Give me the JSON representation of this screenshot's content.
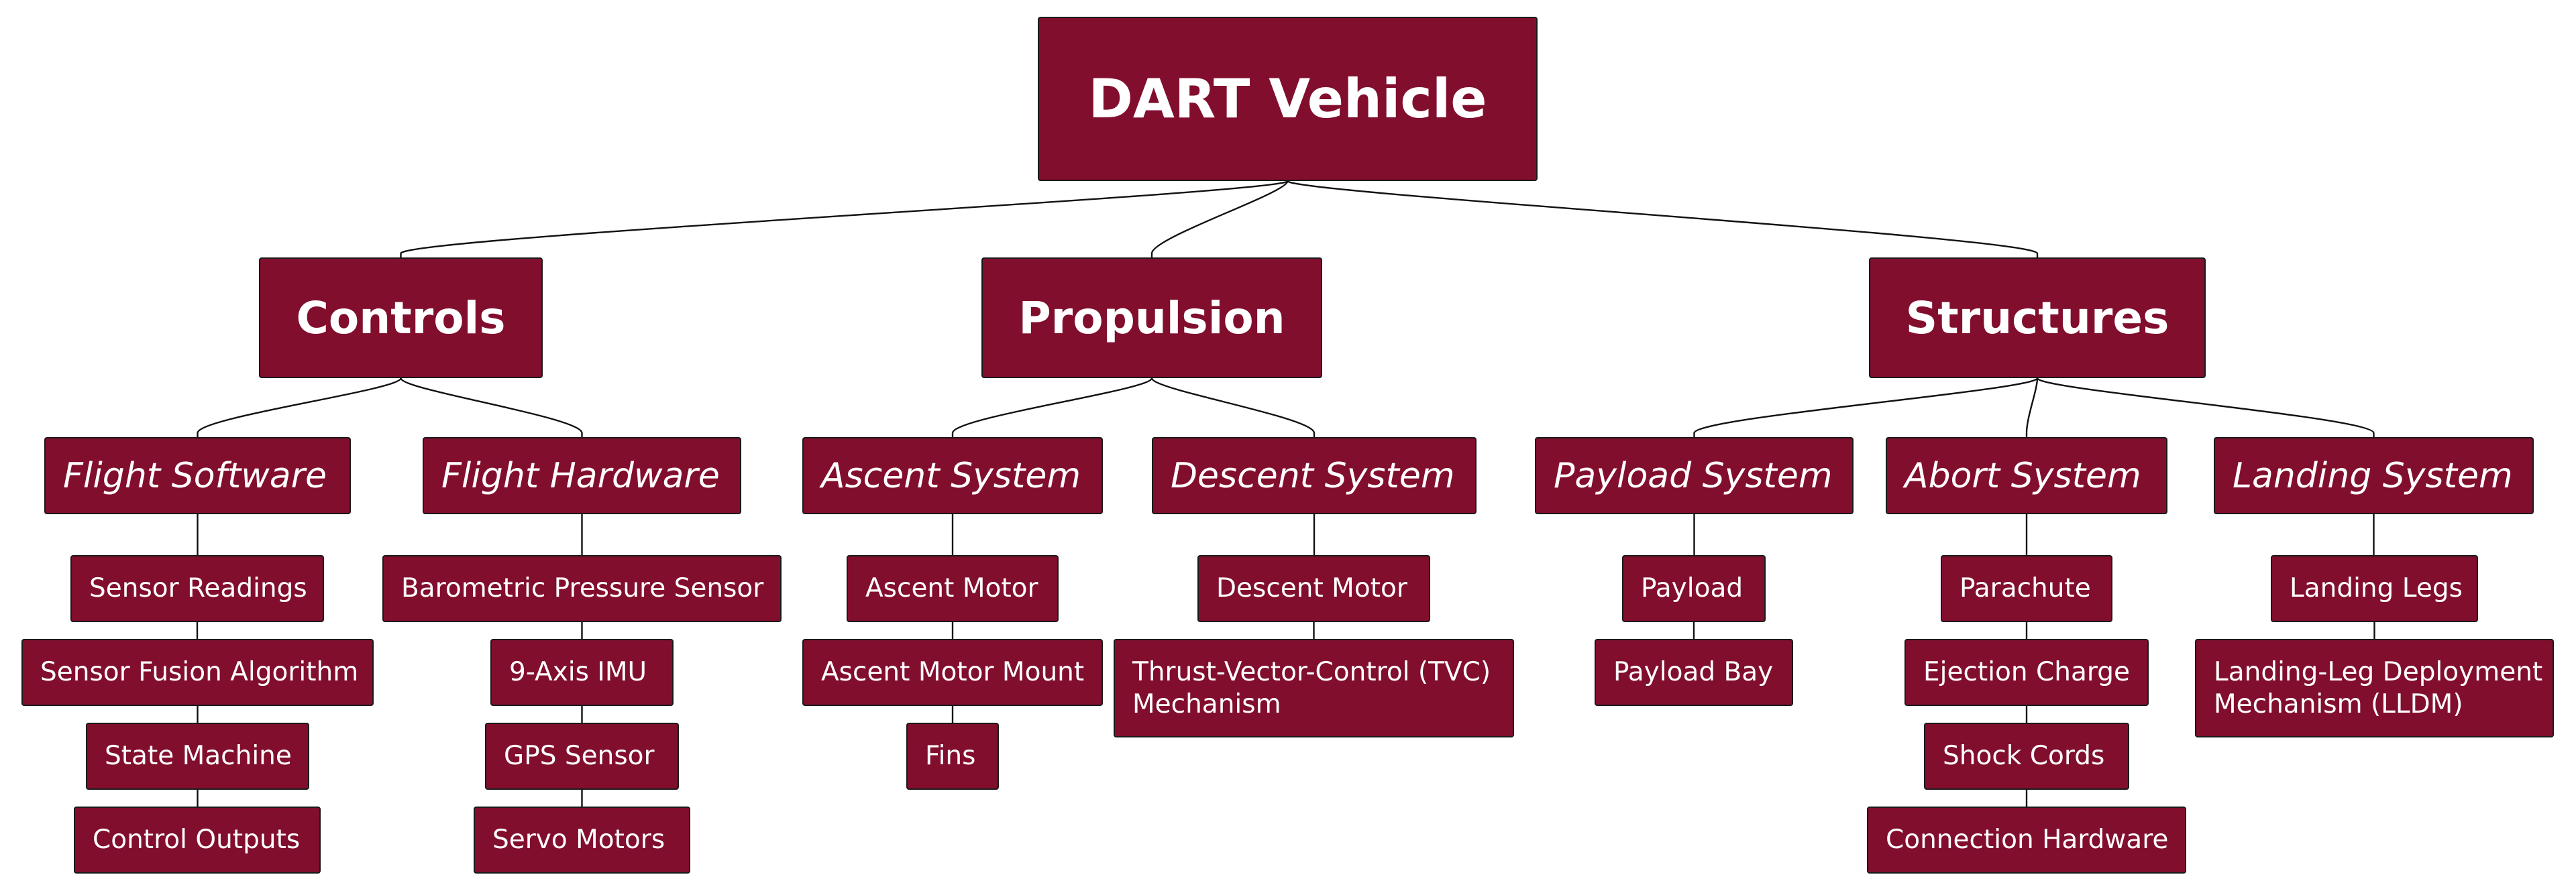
{
  "root": {
    "label": "DART Vehicle"
  },
  "categories": [
    {
      "label": "Controls",
      "systems": [
        {
          "label": "Flight Software",
          "items": [
            "Sensor Readings",
            "Sensor Fusion Algorithm",
            "State Machine",
            "Control Outputs"
          ]
        },
        {
          "label": "Flight Hardware",
          "items": [
            "Barometric Pressure Sensor",
            "9-Axis IMU",
            "GPS Sensor",
            "Servo Motors"
          ]
        }
      ]
    },
    {
      "label": "Propulsion",
      "systems": [
        {
          "label": "Ascent System",
          "items": [
            "Ascent Motor",
            "Ascent Motor Mount",
            "Fins"
          ]
        },
        {
          "label": "Descent System",
          "items": [
            "Descent Motor",
            "Thrust-Vector-Control (TVC)\nMechanism"
          ]
        }
      ]
    },
    {
      "label": "Structures",
      "systems": [
        {
          "label": "Payload System",
          "items": [
            "Payload",
            "Payload Bay"
          ]
        },
        {
          "label": "Abort System",
          "items": [
            "Parachute",
            "Ejection Charge",
            "Shock Cords",
            "Connection Hardware"
          ]
        },
        {
          "label": "Landing System",
          "items": [
            "Landing Legs",
            "Landing-Leg Deployment\nMechanism (LLDM)"
          ]
        }
      ]
    }
  ]
}
